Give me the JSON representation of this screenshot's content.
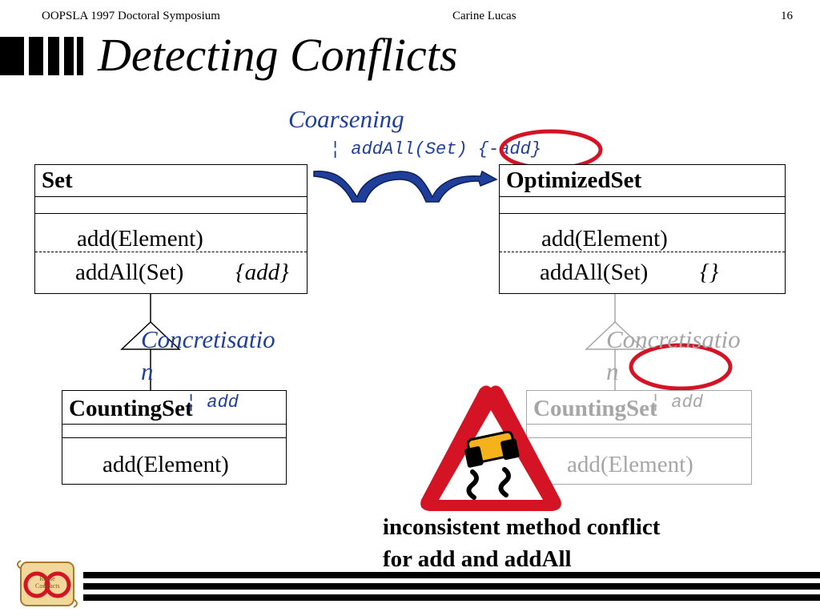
{
  "header": {
    "left": "OOPSLA 1997 Doctoral Symposium",
    "center": "Carine Lucas",
    "right": "16"
  },
  "title": "Detecting Conflicts",
  "coarsening": {
    "label": "Coarsening",
    "annotation": "¦ addAll(Set) {-add}"
  },
  "set_class": {
    "name": "Set",
    "methods": [
      "add(Element)",
      "addAll(Set)"
    ],
    "constraint": "{add}"
  },
  "optimized_class": {
    "name": "OptimizedSet",
    "methods": [
      "add(Element)",
      "addAll(Set)"
    ],
    "constraint": "{}"
  },
  "left_concretisation": {
    "line1": "Concretisatio",
    "line2": "n",
    "annotation": "¦ add"
  },
  "right_concretisation": {
    "line1": "Concretisatio",
    "line2": "n",
    "annotation": "¦ add"
  },
  "counting_left": {
    "name": "CountingSet",
    "methods": [
      "add(Element)"
    ]
  },
  "counting_right": {
    "name": "CountingSet",
    "methods": [
      "add(Element)"
    ]
  },
  "warning": {
    "line1": "inconsistent method conflict",
    "line2": "for add and addAll"
  },
  "logo": {
    "text": "Reuse Contracts"
  },
  "colors": {
    "accent_blue": "#1f3f9a",
    "highlight_red": "#d41424",
    "faded_grey": "#a6a6a6",
    "warning_yellow": "#f5b21b"
  }
}
